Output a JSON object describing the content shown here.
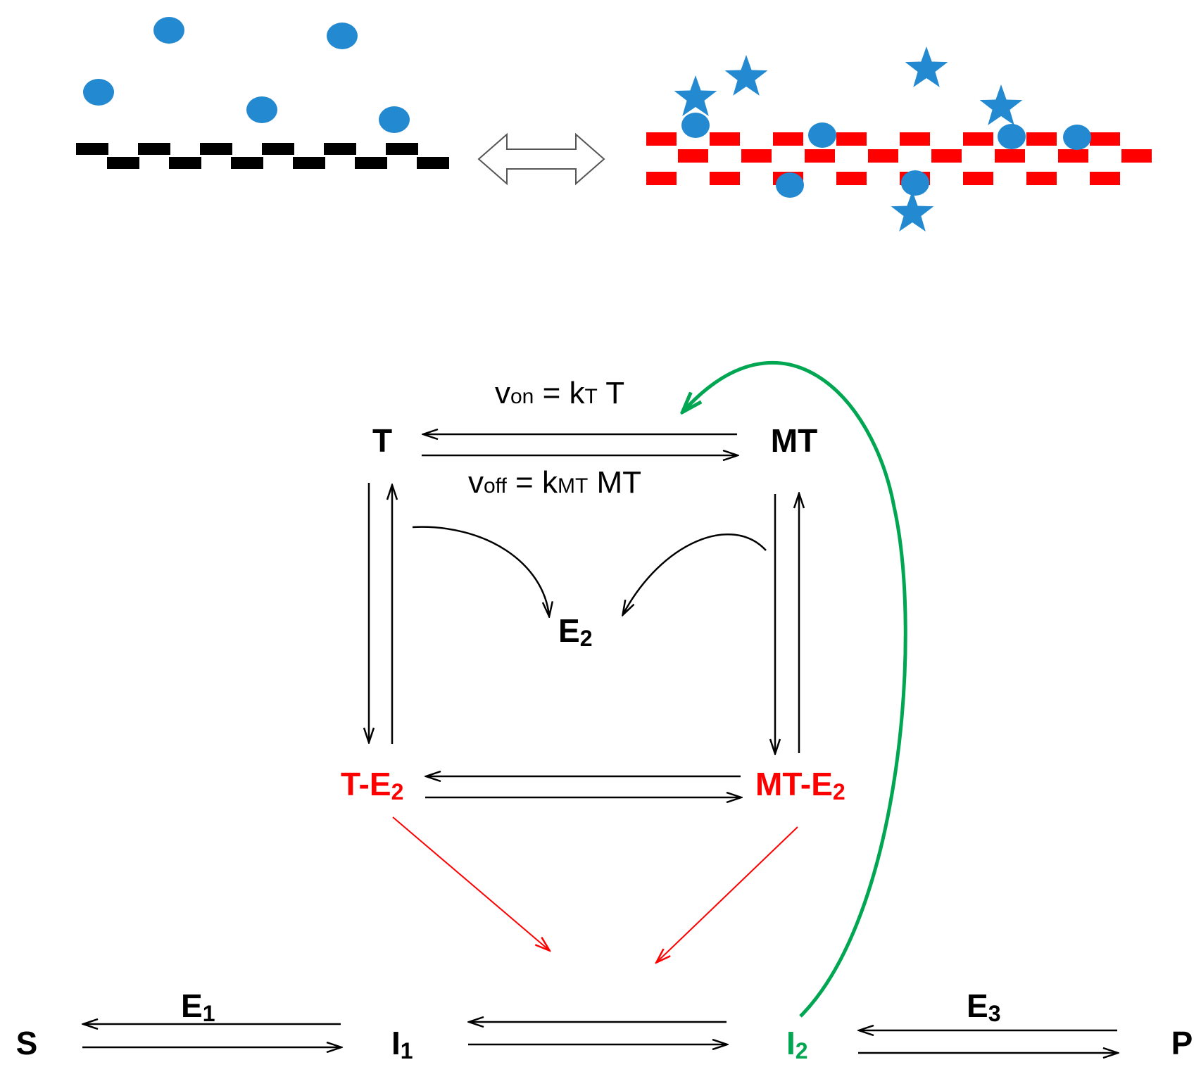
{
  "colors": {
    "black": "#000000",
    "red": "#ff0000",
    "green": "#00a651",
    "blue": "#2389d0"
  },
  "top_panel": {
    "left_filament": "black-dimer-filament",
    "right_filament": "red-double-filament",
    "equilibrium_arrow": "hollow-double-arrow-icon"
  },
  "nodes": {
    "T": "T",
    "MT": "MT",
    "E2": {
      "main": "E",
      "sub": "2"
    },
    "TE2": {
      "main": "T-E",
      "sub": "2"
    },
    "MTE2": {
      "main": "MT-E",
      "sub": "2"
    },
    "S": "S",
    "I1": {
      "main": "I",
      "sub": "1"
    },
    "I2": {
      "main": "I",
      "sub": "2"
    },
    "P": "P"
  },
  "rates": {
    "von": {
      "v": "v",
      "v_sub": "on",
      "eq": " = k",
      "k_sub": "T",
      "tail": " T"
    },
    "voff": {
      "v": "v",
      "v_sub": "off",
      "eq": " = k",
      "k_sub": "MT",
      "tail": " MT"
    }
  },
  "enzymes": {
    "E1": {
      "main": "E",
      "sub": "1"
    },
    "E3": {
      "main": "E",
      "sub": "3"
    }
  }
}
